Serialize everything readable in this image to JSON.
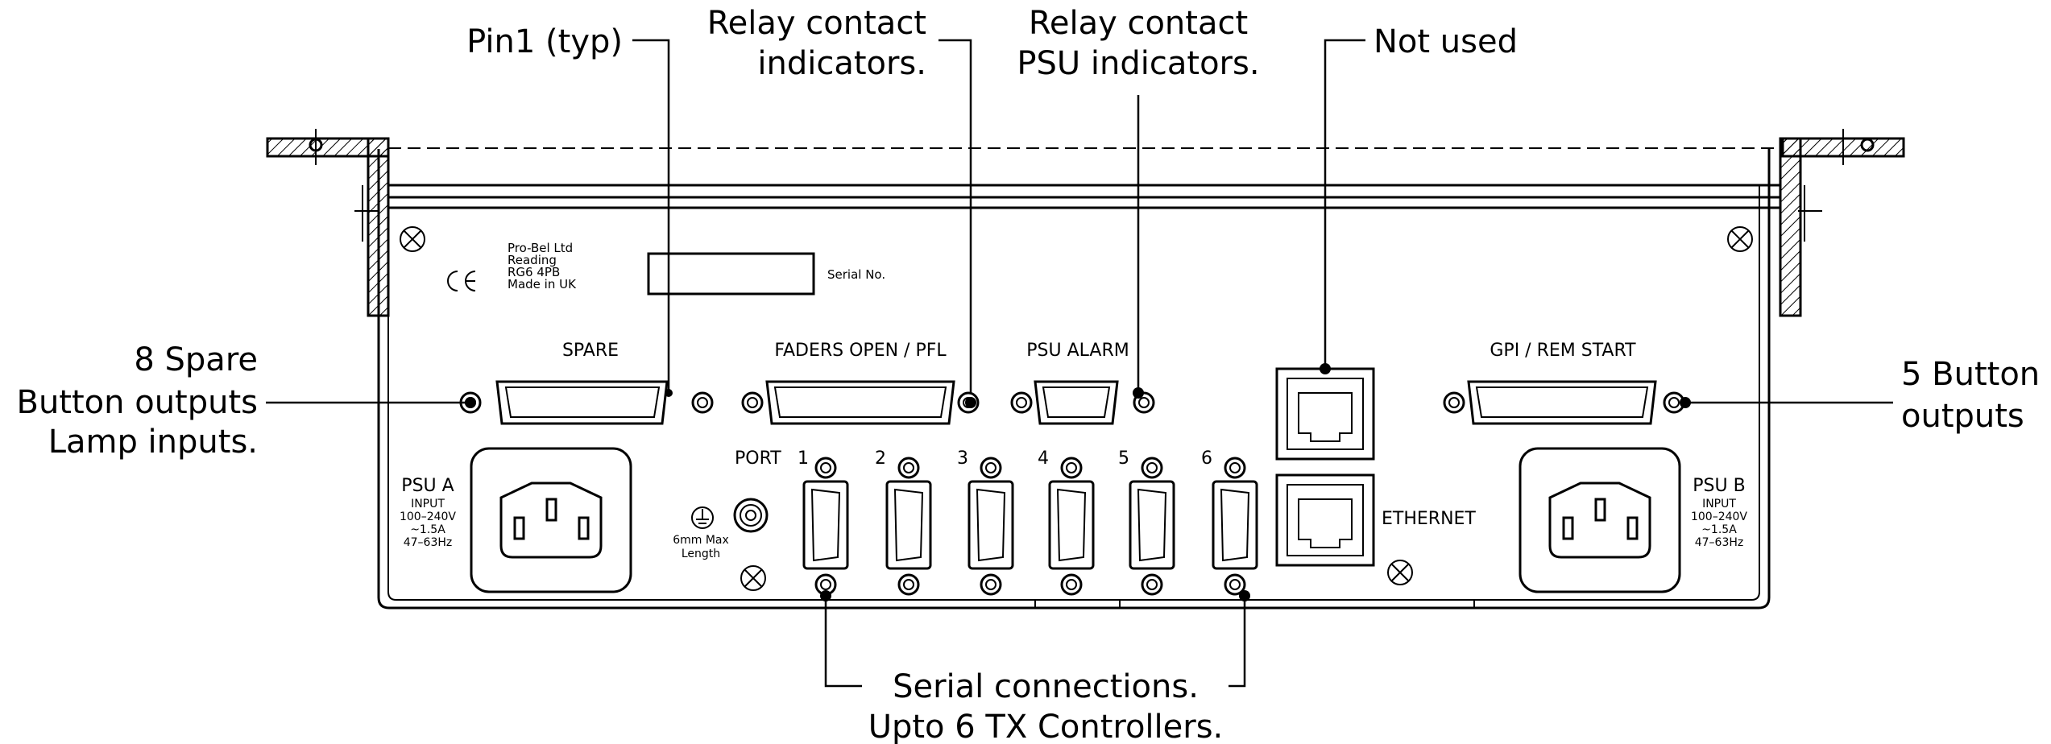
{
  "callouts": {
    "pin1": "Pin1 (typ)",
    "relay_indicators": [
      "Relay contact",
      "indicators."
    ],
    "relay_psu": [
      "Relay contact",
      "PSU indicators."
    ],
    "not_used": "Not used",
    "spare_outputs": [
      "8 Spare",
      "Button outputs",
      "Lamp inputs."
    ],
    "five_button": [
      "5 Button",
      "outputs"
    ],
    "serial": [
      "Serial connections.",
      "Upto 6 TX Controllers."
    ]
  },
  "panel": {
    "maker": [
      "Pro-Bel Ltd",
      "Reading",
      "RG6 4PB",
      "Made in UK"
    ],
    "ce_mark": "CE",
    "serial_no": "Serial No.",
    "spare": "SPARE",
    "faders": "FADERS OPEN / PFL",
    "psu_alarm": "PSU ALARM",
    "gpi": "GPI / REM START",
    "port": "PORT",
    "ports": [
      "1",
      "2",
      "3",
      "4",
      "5",
      "6"
    ],
    "ethernet": "ETHERNET",
    "earth_note": [
      "6mm Max",
      "Length"
    ],
    "psu_a": {
      "title": "PSU A",
      "lines": [
        "INPUT",
        "100–240V",
        "~1.5A",
        "47–63Hz"
      ]
    },
    "psu_b": {
      "title": "PSU B",
      "lines": [
        "INPUT",
        "100–240V",
        "~1.5A",
        "47–63Hz"
      ]
    }
  }
}
